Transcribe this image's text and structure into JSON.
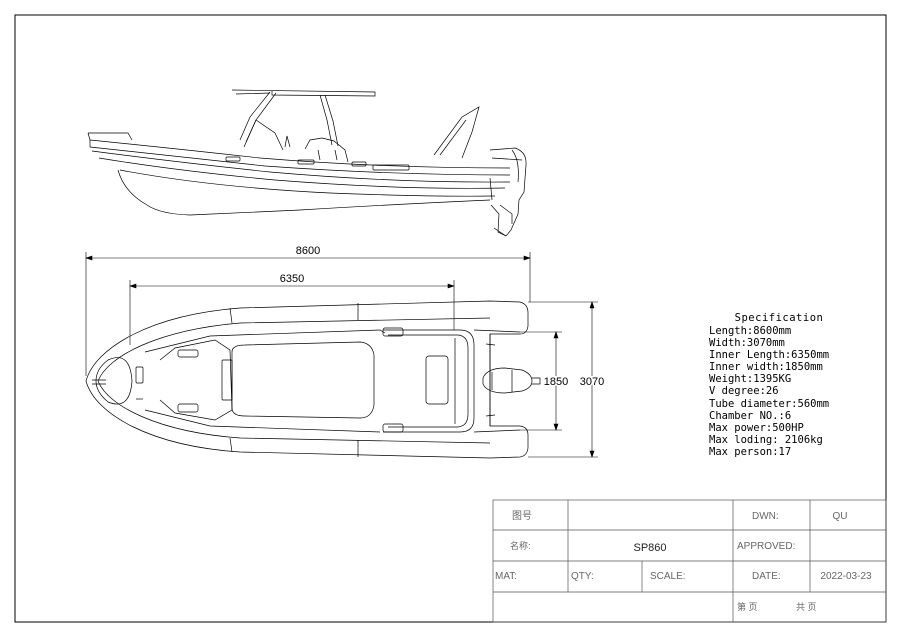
{
  "drawing": {
    "dimensions": {
      "length": "8600",
      "inner_length": "6350",
      "inner_width": "1850",
      "width": "3070"
    }
  },
  "specification": {
    "title": "Specification",
    "lines": [
      "Length:8600mm",
      "Width:3070mm",
      "Inner Length:6350mm",
      "Inner width:1850mm",
      "Weight:1395KG",
      "V degree:26",
      "Tube diameter:560mm",
      "Chamber NO.:6",
      "Max power:500HP",
      "Max loding: 2106kg",
      "Max person:17"
    ]
  },
  "title_block": {
    "drawing_no_label": "图号",
    "name_label": "名称:",
    "name_value": "SP860",
    "mat_label": "MAT:",
    "qty_label": "QTY:",
    "scale_label": "SCALE:",
    "dwn_label": "DWN:",
    "dwn_value": "QU",
    "approved_label": "APPROVED:",
    "date_label": "DATE:",
    "date_value": "2022-03-23",
    "page_label": "第 页",
    "total_label": "共 页"
  }
}
